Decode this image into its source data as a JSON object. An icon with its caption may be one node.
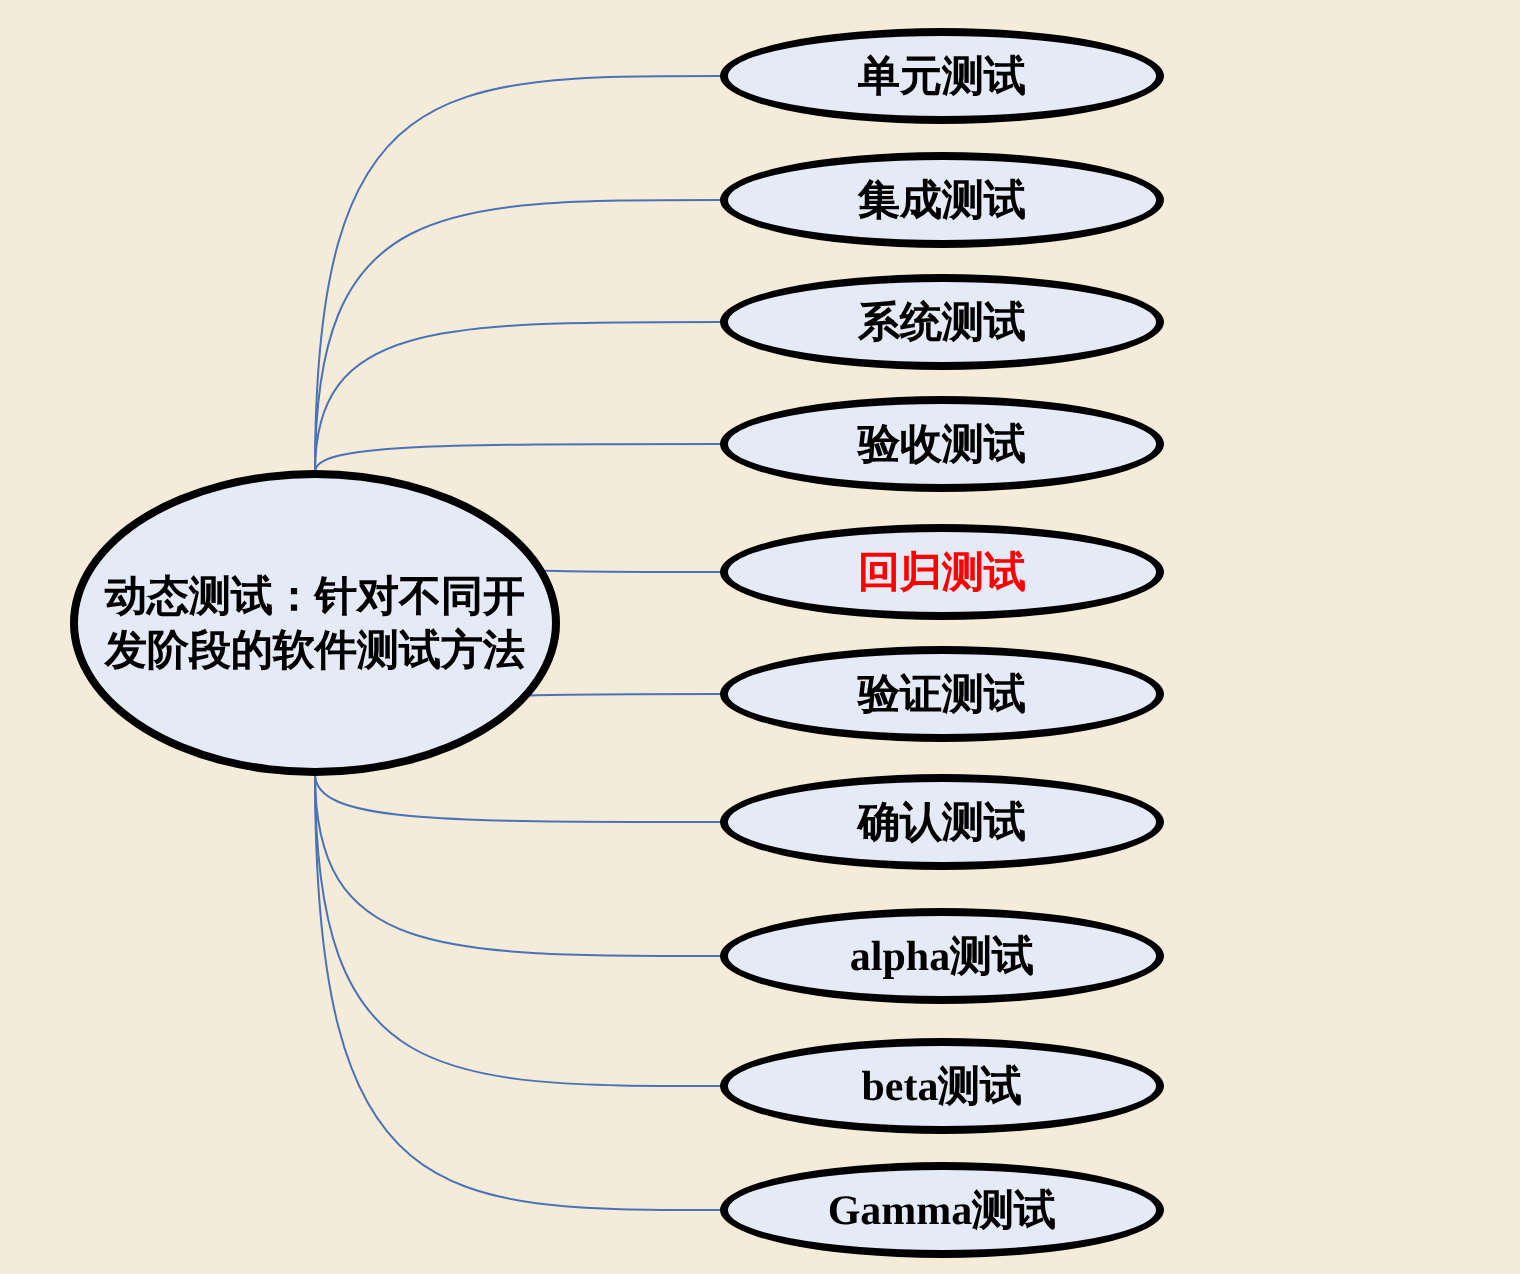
{
  "diagram": {
    "nodes": [
      {
        "text": [
          "动态测试：针对不同开发阶段的软件测试方法"
        ]
      },
      {
        "text": [
          "单元测试"
        ]
      },
      {
        "text": [
          "集成测试"
        ]
      },
      {
        "text": [
          "系统测试"
        ]
      },
      {
        "text": [
          "验收测试"
        ]
      },
      {
        "text": [
          "回归测试"
        ]
      },
      {
        "text": [
          "验证测试"
        ]
      },
      {
        "text": [
          "确认测试"
        ]
      },
      {
        "text": [
          "alpha测试"
        ]
      },
      {
        "text": [
          "beta测试"
        ]
      },
      {
        "text": [
          "Gamma测试"
        ]
      }
    ],
    "edges": [
      {
        "from": 0,
        "to": 1,
        "arrow": "none"
      },
      {
        "from": 0,
        "to": 2,
        "arrow": "none"
      },
      {
        "from": 0,
        "to": 3,
        "arrow": "none"
      },
      {
        "from": 0,
        "to": 4,
        "arrow": "none"
      },
      {
        "from": 0,
        "to": 5,
        "arrow": "none"
      },
      {
        "from": 0,
        "to": 6,
        "arrow": "none"
      },
      {
        "from": 0,
        "to": 7,
        "arrow": "none"
      },
      {
        "from": 0,
        "to": 8,
        "arrow": "none"
      },
      {
        "from": 0,
        "to": 9,
        "arrow": "none"
      },
      {
        "from": 0,
        "to": 10,
        "arrow": "none"
      }
    ]
  }
}
